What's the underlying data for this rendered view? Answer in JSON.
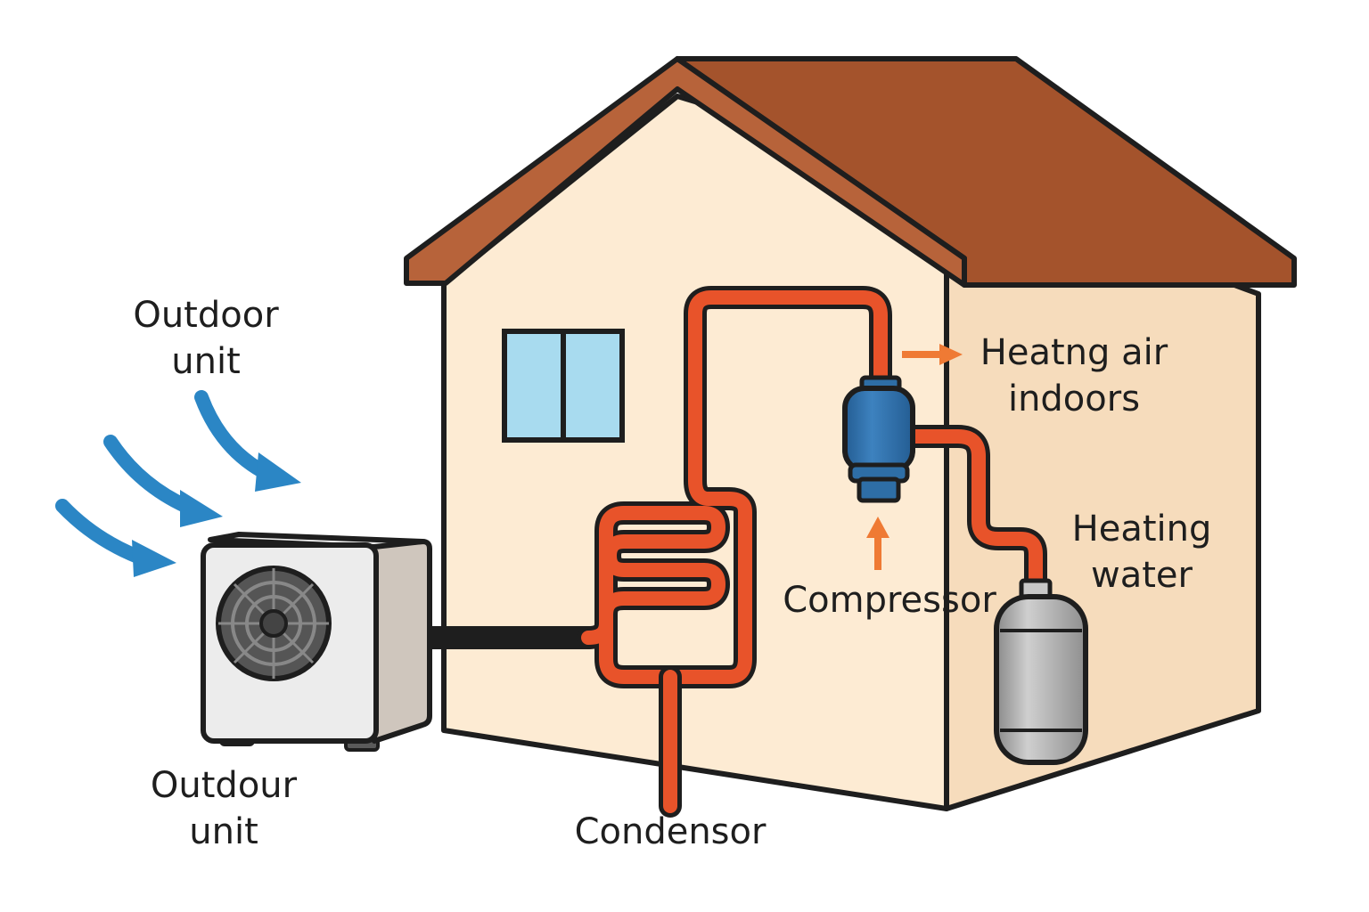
{
  "labels": {
    "outdoor_top": {
      "line1": "Outdoor",
      "line2": "unit"
    },
    "outdoor_bottom": {
      "line1": "Outdour",
      "line2": "unit"
    },
    "heating_air": {
      "line1": "Heatng air",
      "line2": "indoors"
    },
    "heating_water": {
      "line1": "Heating",
      "line2": "water"
    },
    "compressor": "Compressor",
    "condenser": "Condensor"
  },
  "colors": {
    "outline": "#1e1e1e",
    "roof": "#a4532c",
    "wall": "#fdebd3",
    "window": "#a8dbef",
    "pipe_hot": "#e8532a",
    "pipe_cold": "#2f6fb4",
    "air_arrow": "#2b86c5",
    "indicator_arrow": "#ef7a34",
    "compressor_body": "#2e6ea6",
    "unit_body": "#ececec",
    "fan": "#555555",
    "tank": "#a9a9a9"
  },
  "icons": {
    "outdoor_unit": "outdoor-unit-icon",
    "fan": "fan-icon",
    "compressor": "compressor-icon",
    "water_tank": "water-tank-icon",
    "window": "window-icon"
  }
}
